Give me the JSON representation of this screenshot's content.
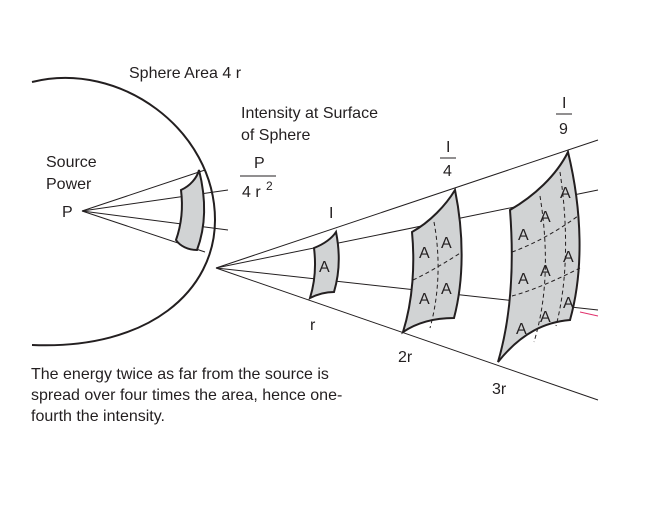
{
  "labels": {
    "sphere_area": "Sphere Area 4 r",
    "intensity_line1": "Intensity at Surface",
    "intensity_line2": "of Sphere",
    "source_line1": "Source",
    "source_line2": "Power",
    "source_point": "P",
    "formula_numerator": "P",
    "formula_denominator": "4 r",
    "formula_exponent": "2",
    "intensity_1": "I",
    "intensity_2_num": "I",
    "intensity_2_den": "4",
    "intensity_3_num": "I",
    "intensity_3_den": "9",
    "dist_1": "r",
    "dist_2": "2r",
    "dist_3": "3r",
    "area_unit": "A"
  },
  "caption": "The energy twice as far from the source is\nspread over four times the area, hence one-\nfourth the intensity.",
  "colors": {
    "patch_fill": "#d1d3d4",
    "stroke": "#231f20",
    "accent": "#e1306c"
  }
}
